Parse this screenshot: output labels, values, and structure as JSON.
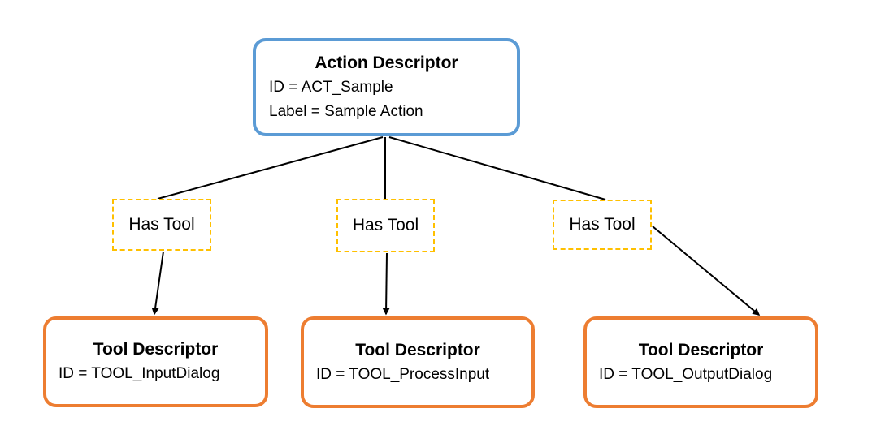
{
  "diagram": {
    "action_descriptor": {
      "title": "Action Descriptor",
      "id_line": "ID = ACT_Sample",
      "label_line": "Label = Sample Action"
    },
    "relations": [
      {
        "label": "Has Tool"
      },
      {
        "label": "Has Tool"
      },
      {
        "label": "Has Tool"
      }
    ],
    "tool_descriptors": [
      {
        "title": "Tool Descriptor",
        "id_line": "ID = TOOL_InputDialog"
      },
      {
        "title": "Tool Descriptor",
        "id_line": "ID = TOOL_ProcessInput"
      },
      {
        "title": "Tool Descriptor",
        "id_line": "ID = TOOL_OutputDialog"
      }
    ],
    "colors": {
      "action_border": "#5B9BD5",
      "relation_border": "#FFC000",
      "tool_border": "#ED7D31",
      "connector": "#000000",
      "background": "#FFFFFF",
      "text": "#000000"
    }
  }
}
